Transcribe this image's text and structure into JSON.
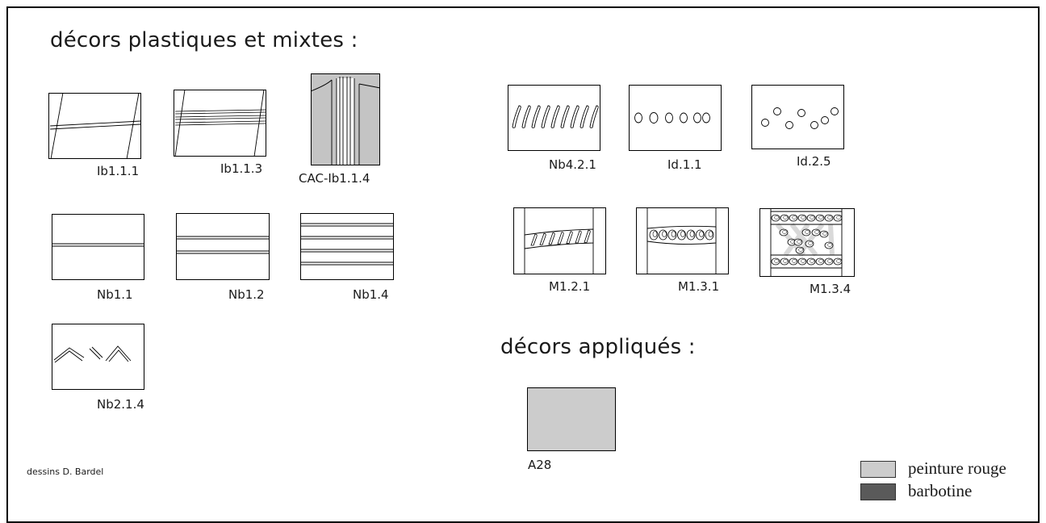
{
  "titles": {
    "plastic": "décors plastiques et mixtes :",
    "applied": "décors appliqués :"
  },
  "swatches": {
    "ib111": "Ib1.1.1",
    "ib113": "Ib1.1.3",
    "cac": "CAC-Ib1.1.4",
    "nb11": "Nb1.1",
    "nb12": "Nb1.2",
    "nb14": "Nb1.4",
    "nb214": "Nb2.1.4",
    "nb421": "Nb4.2.1",
    "id11": "Id.1.1",
    "id25": "Id.2.5",
    "m121": "M1.2.1",
    "m131": "M1.3.1",
    "m134": "M1.3.4",
    "a28": "A28"
  },
  "credit": "dessins D. Bardel",
  "legend": [
    {
      "label": "peinture rouge",
      "color": "#cccccc"
    },
    {
      "label": "barbotine",
      "color": "#5a5a5a"
    }
  ]
}
